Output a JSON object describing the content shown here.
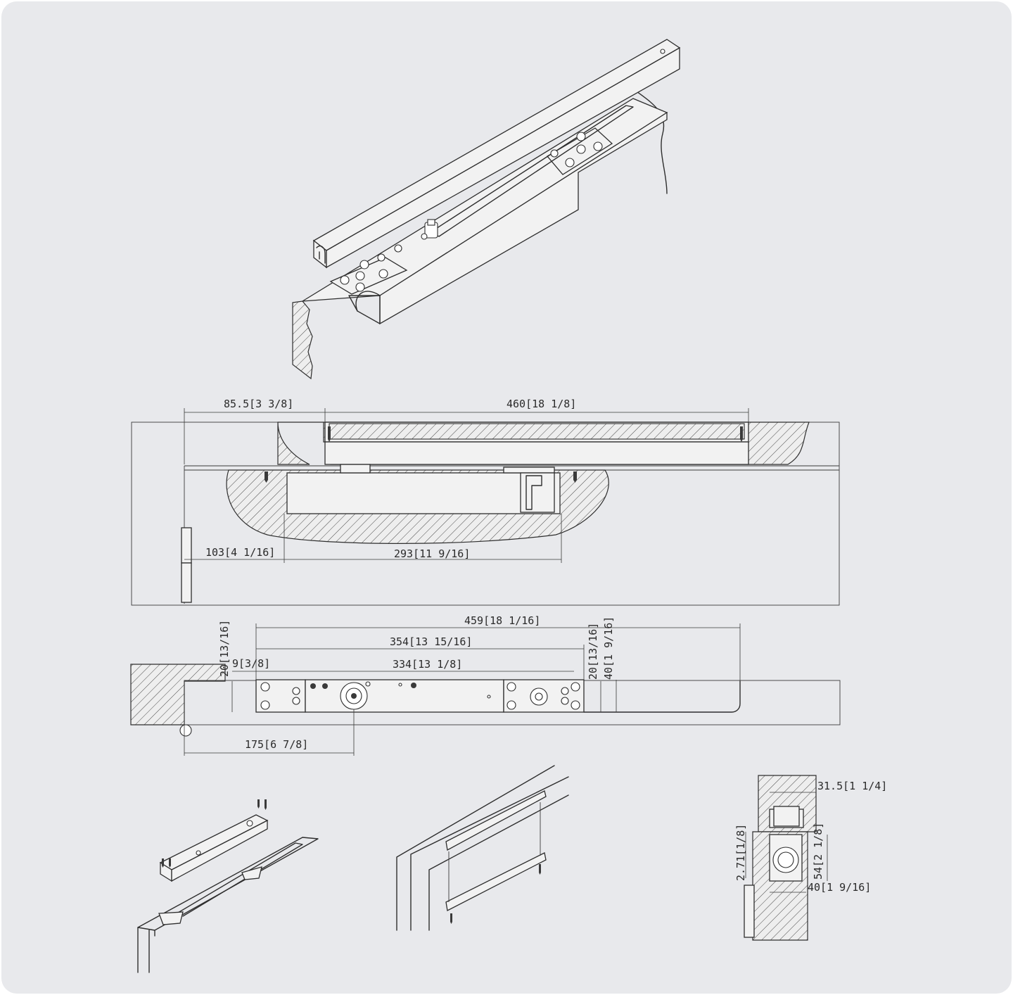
{
  "dimensions": {
    "top_offset": "85.5[3 3/8]",
    "top_length": "460[18 1/8]",
    "pivot_offset": "103[4 1/16]",
    "cutout_length": "293[11 9/16]",
    "overall_length": "459[18 1/16]",
    "hole_span": "354[13 15/16]",
    "inner_span": "334[13 1/8]",
    "left_edge": "20[13/16]",
    "left_hole": "9[3/8]",
    "right_edge": "20[13/16]",
    "width": "40[1 9/16]",
    "spindle_offset": "175[6 7/8]",
    "section_width": "31.5[1 1/4]",
    "section_height": "2.71[1/8]",
    "section_depth": "54[2 1/8]",
    "section_base": "40[1 9/16]"
  },
  "colors": {
    "card": "#e8e9ec",
    "line": "#2e2e2e"
  }
}
